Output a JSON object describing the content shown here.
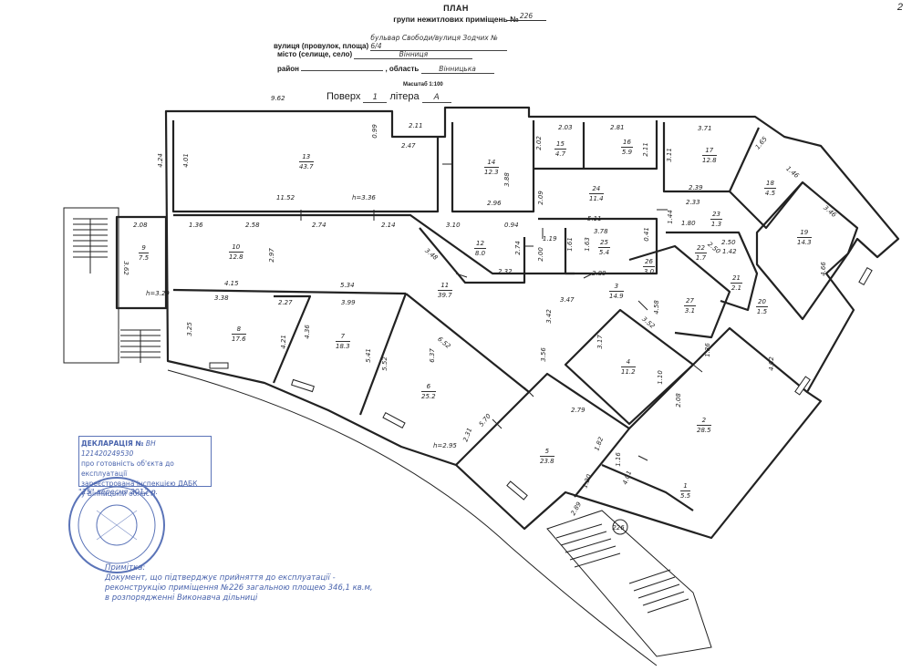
{
  "header": {
    "title": "ПЛАН",
    "subtitle": "групи нежитлових приміщень №",
    "number": "226",
    "street_label": "вулиця (провулок, площа)",
    "street_value": "бульвар Свободи/вулиця Зодчих № 6/4",
    "city_label": "місто (селище, село)",
    "city_value": "Вінниця",
    "district_label": "район",
    "region_label": ", область",
    "region_value": "Вінницька",
    "scale": "Масштаб 1:100",
    "floor_label": "Поверх",
    "floor_value": "1",
    "letter_label": "літера",
    "letter_value": "А",
    "page_number": "2"
  },
  "rooms": [
    {
      "n": "1",
      "a": "5.5"
    },
    {
      "n": "2",
      "a": "28.5"
    },
    {
      "n": "3",
      "a": "14.9"
    },
    {
      "n": "4",
      "a": "11.2"
    },
    {
      "n": "5",
      "a": "23.8"
    },
    {
      "n": "6",
      "a": "25.2"
    },
    {
      "n": "7",
      "a": "18.3"
    },
    {
      "n": "8",
      "a": "17.6"
    },
    {
      "n": "9",
      "a": "7.5"
    },
    {
      "n": "10",
      "a": "12.8"
    },
    {
      "n": "11",
      "a": "39.7"
    },
    {
      "n": "12",
      "a": "8.0"
    },
    {
      "n": "13",
      "a": "43.7"
    },
    {
      "n": "14",
      "a": "12.3"
    },
    {
      "n": "15",
      "a": "4.7"
    },
    {
      "n": "16",
      "a": "5.9"
    },
    {
      "n": "17",
      "a": "12.8"
    },
    {
      "n": "18",
      "a": "4.5"
    },
    {
      "n": "19",
      "a": "14.3"
    },
    {
      "n": "20",
      "a": "1.5"
    },
    {
      "n": "21",
      "a": "2.1"
    },
    {
      "n": "22",
      "a": "1.7"
    },
    {
      "n": "23",
      "a": "1.3"
    },
    {
      "n": "24",
      "a": "11.4"
    },
    {
      "n": "25",
      "a": "5.4"
    },
    {
      "n": "26",
      "a": "3.0"
    },
    {
      "n": "27",
      "a": "3.1"
    }
  ],
  "dims": {
    "d962": "9.62",
    "d424": "4.24",
    "d401": "4.01",
    "d211": "2.11",
    "d247": "2.47",
    "d099": "0.99",
    "d1152": "11.52",
    "d336": "h=3.36",
    "d388": "3.88",
    "d296": "2.96",
    "d203": "2.03",
    "d281": "2.81",
    "d371": "3.71",
    "d202": "2.02",
    "d211b": "2.11",
    "d311": "3.11",
    "d209": "2.09",
    "d208": "2.08",
    "d136": "1.36",
    "d258": "2.58",
    "d274": "2.74",
    "d214": "2.14",
    "d310": "3.10",
    "d094": "0.94",
    "d511": "5.11",
    "d378": "3.78",
    "d144": "1.44",
    "d180": "1.80",
    "d362": "3.62",
    "d329": "h=3.29",
    "d297": "2.97",
    "d415": "4.15",
    "d338": "3.38",
    "d227": "2.27",
    "d534": "5.34",
    "d399": "3.99",
    "d348": "3.48",
    "d347": "3.47",
    "d342": "3.42",
    "d289": "2.89",
    "d458": "4.58",
    "d325": "3.25",
    "d421": "4.21",
    "d436": "4.36",
    "d541": "5.41",
    "d552": "5.52",
    "d652": "6.52",
    "d637": "6.37",
    "d356": "3.56",
    "d295": "h=2.95",
    "d231": "2.31",
    "d570": "5.70",
    "d402": "4.02",
    "d466": "4.66",
    "d208b": "2.08",
    "d346": "3.46",
    "d317": "3.17",
    "d279": "2.79",
    "d182": "1.82",
    "d289b": "2.89",
    "d120": "1.20",
    "d401b": "4.01",
    "d116": "1.16",
    "d233": "2.33",
    "d239": "2.39",
    "d250": "2.50",
    "d142": "1.42",
    "d165": "1.65",
    "d146": "1.46",
    "d119": "1.19",
    "d161": "1.61",
    "d163": "1.63",
    "d200": "2.00",
    "d274b": "2.74",
    "d232": "2.32",
    "d041": "0.41",
    "d136b": "1.36",
    "d352": "3.52",
    "d250b": "2.50",
    "d110": "1.10"
  },
  "stamp": {
    "line1": "ДЕКЛАРАЦІЯ №",
    "line1_value": "ВН 121420249530",
    "line2": "про готовність об'єкта до експлуатації",
    "line3": "зареєстрована інспекцією ДАБК",
    "line4": "у Вінницькій області",
    "date_hw": "\"25\" вересня 2012 р."
  },
  "note": {
    "label": "Примітка:",
    "line1": "Документ, що підтверджує прийняття до експлуатації -",
    "line2": "реконструкцію приміщення №226 загальною площею 346,1 кв.м,",
    "line3": "в розпорядженні Виконавча дільниці"
  },
  "colors": {
    "ink": "#222222",
    "stamp_blue": "#4a64ad",
    "paper": "#ffffff"
  }
}
